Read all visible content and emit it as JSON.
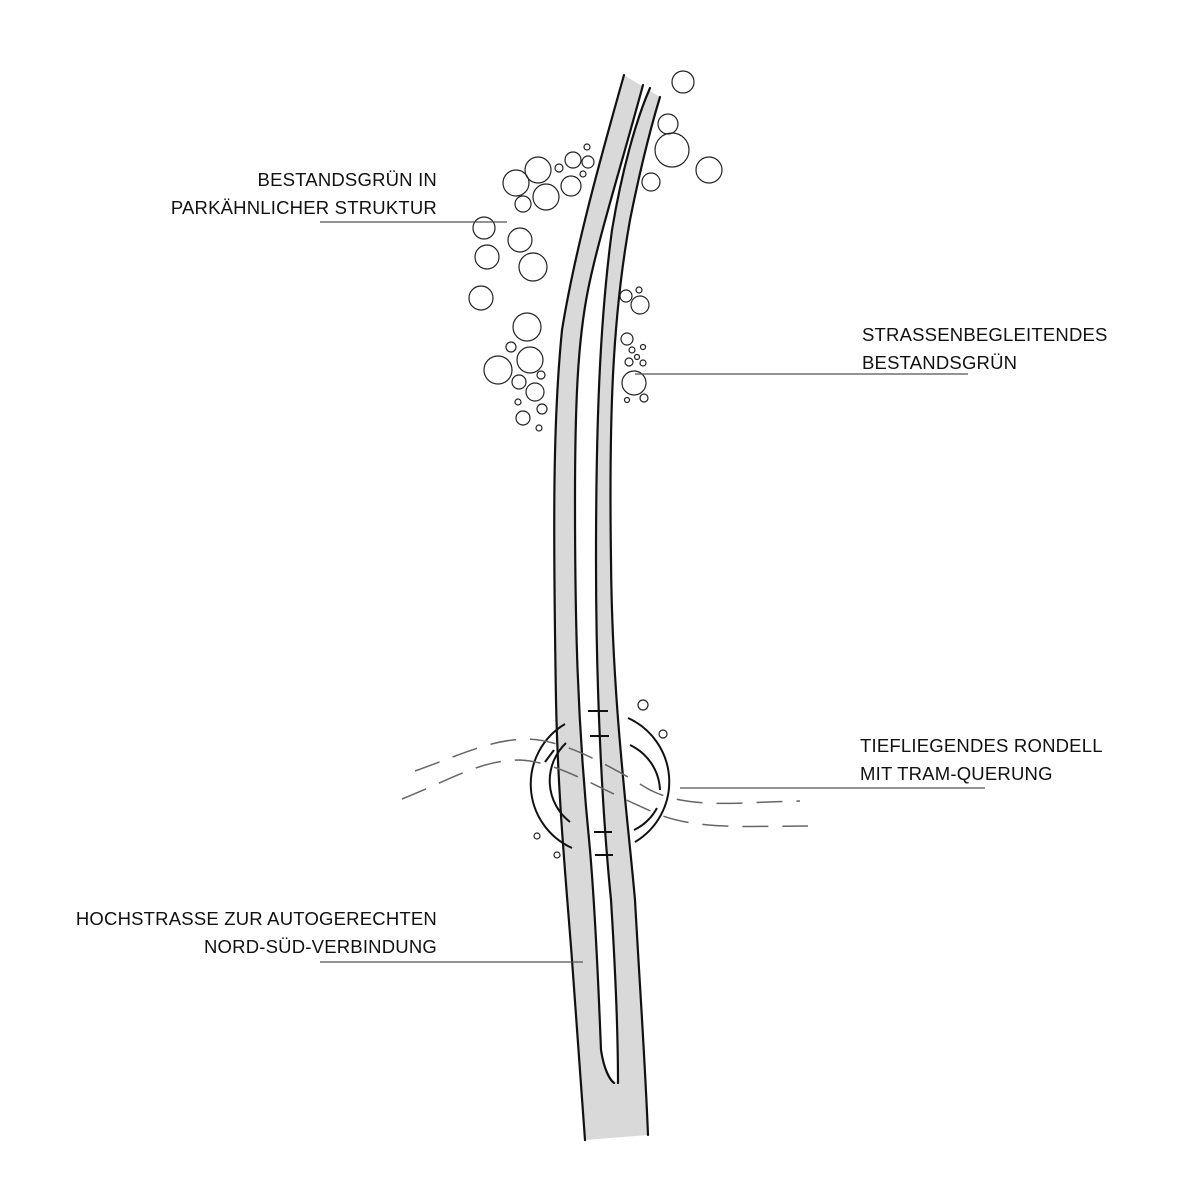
{
  "labels": {
    "park_green": {
      "line1": "BESTANDSGRÜN IN",
      "line2": "PARKÄHNLICHER STRUKTUR"
    },
    "street_green": {
      "line1": "STRASSENBEGLEITENDES",
      "line2": "BESTANDSGRÜN"
    },
    "rondell": {
      "line1": "TIEFLIEGENDES RONDELL",
      "line2": "MIT TRAM-QUERUNG"
    },
    "highway": {
      "line1": "HOCHSTRASSE ZUR AUTOGERECHTEN",
      "line2": "NORD-SÜD-VERBINDUNG"
    }
  },
  "colors": {
    "road_fill": "#d9d9d9",
    "stroke": "#111111",
    "leader": "#555555",
    "tram": "#666666"
  }
}
